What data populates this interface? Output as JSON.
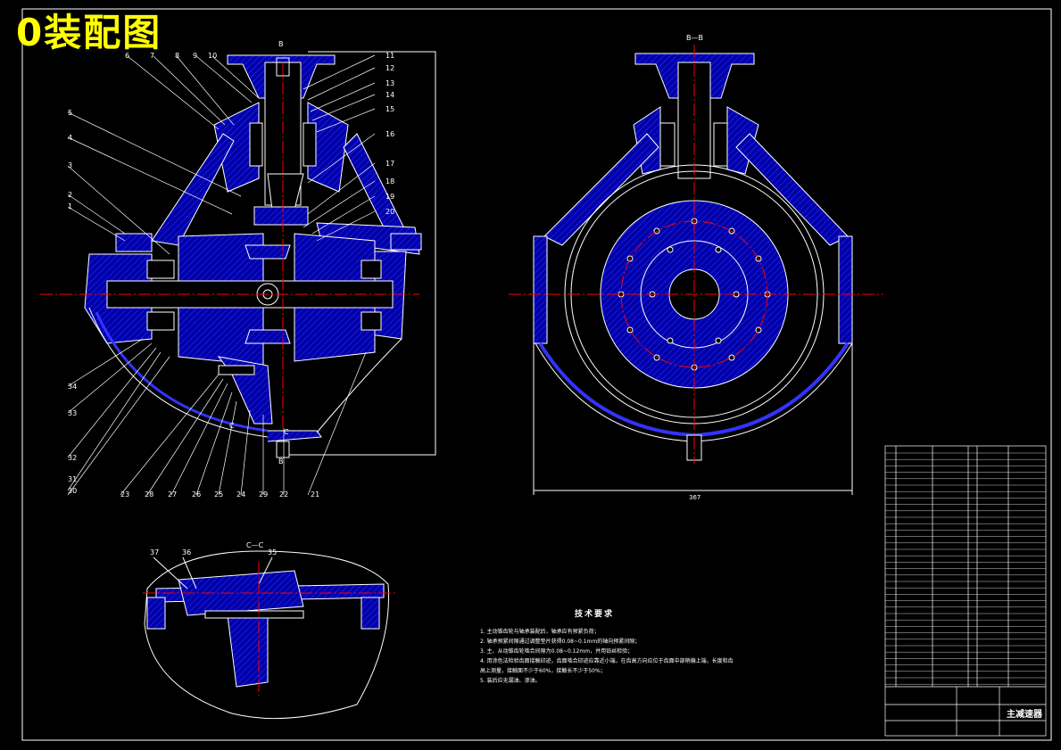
{
  "header": {
    "title": "0装配图"
  },
  "views": {
    "section_bb": "B—B",
    "section_cc": "C—C",
    "dim_width": "367",
    "left_cut_marks": [
      "B",
      "B",
      "C",
      "C"
    ]
  },
  "balloons_left": [
    "1",
    "2",
    "3",
    "4",
    "5",
    "6",
    "7",
    "8",
    "9",
    "10",
    "11",
    "12",
    "13",
    "14",
    "15",
    "16",
    "17",
    "18",
    "19",
    "20",
    "21",
    "22",
    "23",
    "24",
    "25",
    "26",
    "27",
    "28",
    "29",
    "30",
    "31",
    "32",
    "33",
    "34",
    "35",
    "36",
    "37"
  ],
  "tech_requirements": {
    "title": "技术要求",
    "items": [
      "1. 主动锥齿轮与轴承装配后，轴承应有预紧负荷；",
      "2. 轴承预紧间隙通过调整垫片获得0.08~0.1mm的轴向预紧间隙；",
      "3. 主、从动锥齿轮啮合间隙为0.08~0.12mm，并用铅丝检验；",
      "4. 用涂色法检验齿面接触印迹，齿面啮合印迹应靠近小端，在齿高方向应位于齿面中部稍偏上端，长度和齿",
      "   高上测量，接触面不少于60%，接触长不少于50%；",
      "5. 装后应无漏油、渗油。"
    ]
  },
  "title_block": {
    "drawing_name": "主减速器"
  },
  "colors": {
    "background": "#000000",
    "outline": "#ffffff",
    "fill": "#0000a8",
    "centerline": "#ff0000",
    "title": "#ffff00"
  }
}
